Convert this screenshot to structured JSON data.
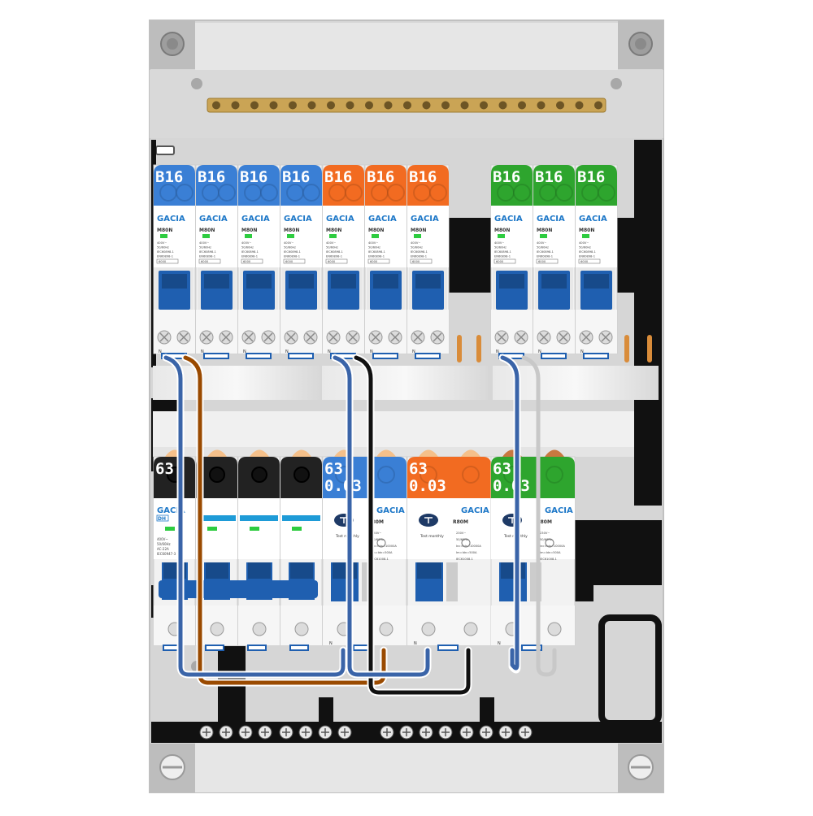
{
  "brand": "GACIA",
  "colors": {
    "enclosure": "#d9d9d9",
    "frame": "#bdbdbd",
    "rail": "#000000",
    "busbar": "#c8a050",
    "blue": "#3a7fd5",
    "orange": "#f26b21",
    "green": "#2ea52e",
    "black": "#222222",
    "handle": "#1f5fb0",
    "wire_blue": "#3a64a8",
    "wire_brown": "#9a4a00",
    "wire_black": "#111111",
    "wire_grey": "#c8c8c8"
  },
  "top_row": {
    "mcb": [
      {
        "cap": "B16",
        "color": "blue",
        "model": "M80N"
      },
      {
        "cap": "B16",
        "color": "blue",
        "model": "M80N"
      },
      {
        "cap": "B16",
        "color": "blue",
        "model": "M80N"
      },
      {
        "cap": "B16",
        "color": "blue",
        "model": "M80N"
      },
      {
        "cap": "B16",
        "color": "orange",
        "model": "M80N"
      },
      {
        "cap": "B16",
        "color": "orange",
        "model": "M80N"
      },
      {
        "cap": "B16",
        "color": "orange",
        "model": "M80N"
      },
      {
        "cap": "B16",
        "color": "green",
        "model": "M80N"
      },
      {
        "cap": "B16",
        "color": "green",
        "model": "M80N"
      },
      {
        "cap": "B16",
        "color": "green",
        "model": "M80N"
      }
    ],
    "spec_lines": [
      "400V~",
      "50/60Hz",
      "IEC60898-1",
      "EN60898-1"
    ],
    "rating_box": "6000",
    "n_label": "N"
  },
  "bottom_row": {
    "main_switch": {
      "cap": "63",
      "label": "DH",
      "spec_lines": [
        "400V~",
        "50/60Hz",
        "AC-22A",
        "IEC60947-3"
      ]
    },
    "rcds": [
      {
        "cap_line1": "63",
        "cap_line2": "0.03",
        "color": "blue",
        "model": "R80M"
      },
      {
        "cap_line1": "63",
        "cap_line2": "0.03",
        "color": "orange",
        "model": "R80M"
      },
      {
        "cap_line1": "63",
        "cap_line2": "0.03",
        "color": "green",
        "model": "R80M"
      }
    ],
    "rcd_test_text": "Test monthly",
    "rcd_spec_lines": [
      "230V~",
      "50/60Hz",
      "Inc=Idn=10000A",
      "Im=Idn=500A",
      "IEC61008-1"
    ],
    "n_label": "N"
  }
}
